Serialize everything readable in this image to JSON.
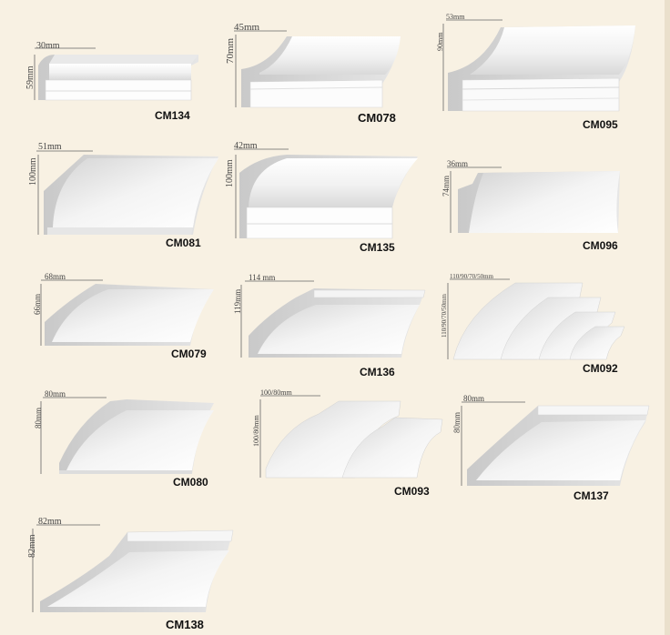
{
  "colors": {
    "background": "#f8f1e3",
    "molding_light": "#fbfbfb",
    "molding_shadow": "#cfcfcf",
    "label": "#111111"
  },
  "products": [
    {
      "code": "CM134",
      "width": "30mm",
      "height": "59mm"
    },
    {
      "code": "CM078",
      "width": "45mm",
      "height": "70mm"
    },
    {
      "code": "CM095",
      "width": "53mm",
      "height": "90mm"
    },
    {
      "code": "CM081",
      "width": "51mm",
      "height": "100mm"
    },
    {
      "code": "CM135",
      "width": "42mm",
      "height": "100mm"
    },
    {
      "code": "CM096",
      "width": "36mm",
      "height": "74mm"
    },
    {
      "code": "CM079",
      "width": "68mm",
      "height": "66mm"
    },
    {
      "code": "CM136",
      "width": "114 mm",
      "height": "119mm"
    },
    {
      "code": "CM092",
      "width": "110/90/70/50mm",
      "height": "110/90/70/50mm"
    },
    {
      "code": "CM080",
      "width": "80mm",
      "height": "80mm"
    },
    {
      "code": "CM093",
      "width": "100/80mm",
      "height": "100/80mm"
    },
    {
      "code": "CM137",
      "width": "80mm",
      "height": "80mm"
    },
    {
      "code": "CM138",
      "width": "82mm",
      "height": "82mm"
    }
  ]
}
